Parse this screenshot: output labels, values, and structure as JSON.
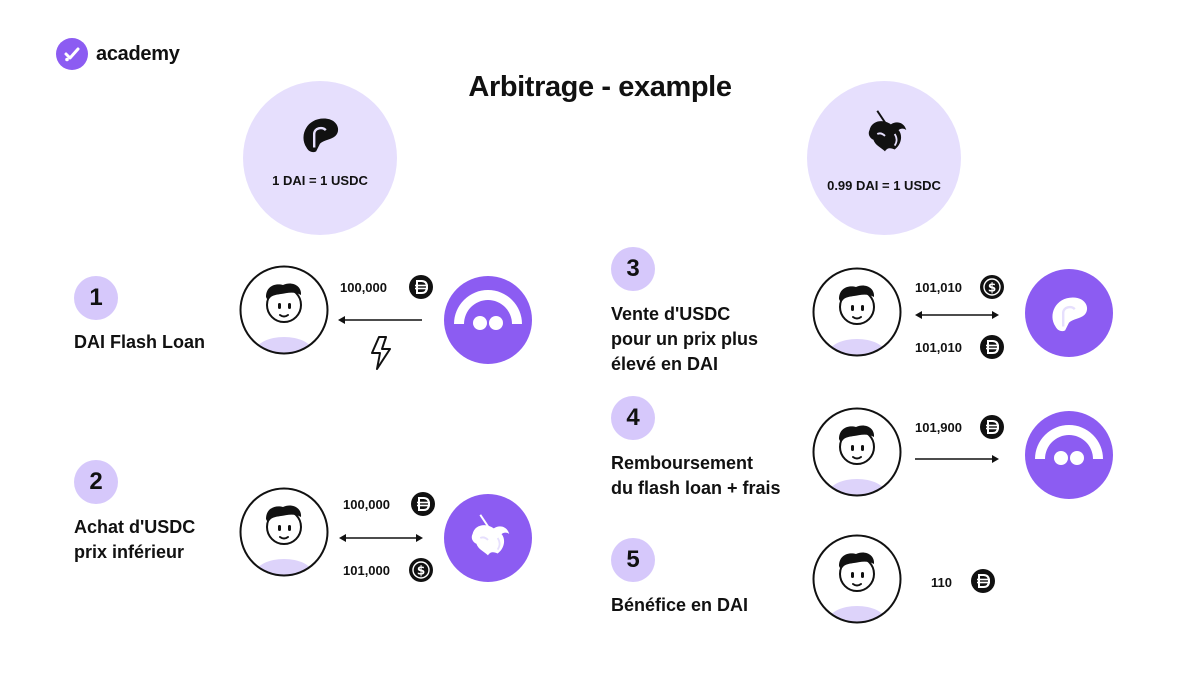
{
  "brand": {
    "name": "academy"
  },
  "title": "Arbitrage - example",
  "exchanges": [
    {
      "rate": "1 DAI = 1 USDC",
      "icon": "maker-icon"
    },
    {
      "rate": "0.99 DAI = 1 USDC",
      "icon": "unicorn-icon"
    }
  ],
  "steps": [
    {
      "number": "1",
      "label": [
        "DAI Flash Loan"
      ],
      "amounts": [
        "100,000"
      ],
      "tokens": [
        "dai-icon"
      ],
      "arrow": "left",
      "extra_icon": "lightning-icon",
      "protocol": "flash-loan-icon"
    },
    {
      "number": "2",
      "label": [
        "Achat d'USDC",
        "prix inférieur"
      ],
      "amounts": [
        "100,000",
        "101,000"
      ],
      "tokens": [
        "dai-icon",
        "usdc-icon"
      ],
      "arrow": "both",
      "protocol": "unicorn-icon"
    },
    {
      "number": "3",
      "label": [
        "Vente d'USDC",
        "pour un prix plus",
        "élevé en DAI"
      ],
      "amounts": [
        "101,010",
        "101,010"
      ],
      "tokens": [
        "usdc-icon",
        "dai-icon"
      ],
      "arrow": "both",
      "protocol": "maker-icon"
    },
    {
      "number": "4",
      "label": [
        "Remboursement",
        "du flash loan + frais"
      ],
      "amounts": [
        "101,900"
      ],
      "tokens": [
        "dai-icon"
      ],
      "arrow": "right",
      "protocol": "flash-loan-icon"
    },
    {
      "number": "5",
      "label": [
        "Bénéfice en DAI"
      ],
      "amounts": [
        "110"
      ],
      "tokens": [
        "dai-icon"
      ]
    }
  ],
  "colors": {
    "accent": "#8c5cf2",
    "light": "#e6dffd",
    "badge": "#d6c8fb"
  }
}
